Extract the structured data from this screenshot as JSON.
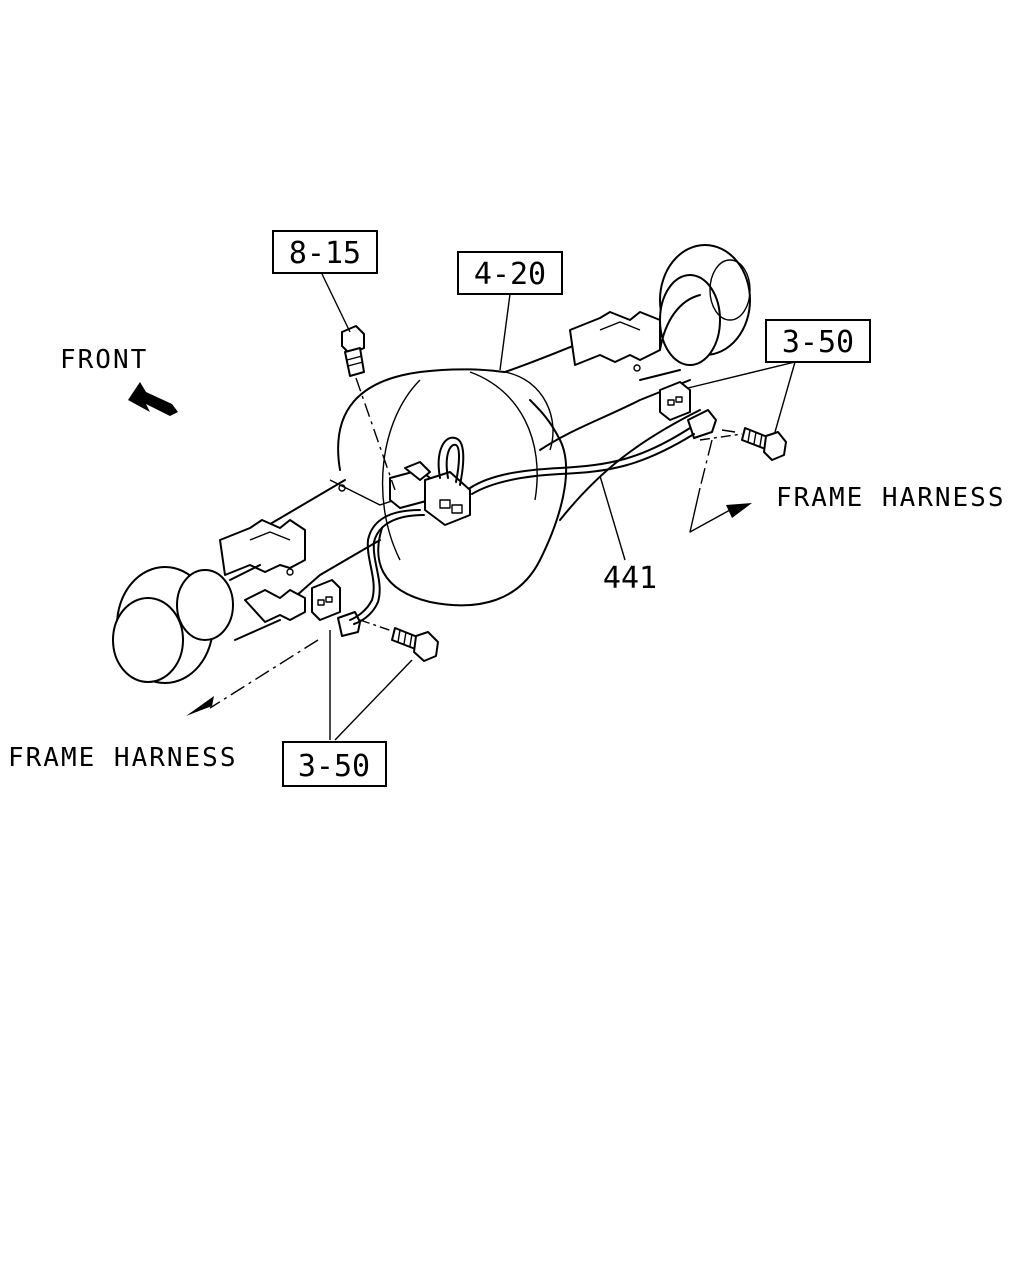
{
  "callouts": {
    "part_8_15": "8-15",
    "part_4_20": "4-20",
    "part_3_50_right": "3-50",
    "part_3_50_bottom": "3-50",
    "part_441": "441"
  },
  "notes": {
    "front": "FRONT",
    "frame_harness_right": "FRAME HARNESS",
    "frame_harness_left": "FRAME HARNESS"
  },
  "icons": {
    "front_arrow": "front-arrow-icon",
    "harness_arrow": "harness-direction-arrow-icon"
  }
}
